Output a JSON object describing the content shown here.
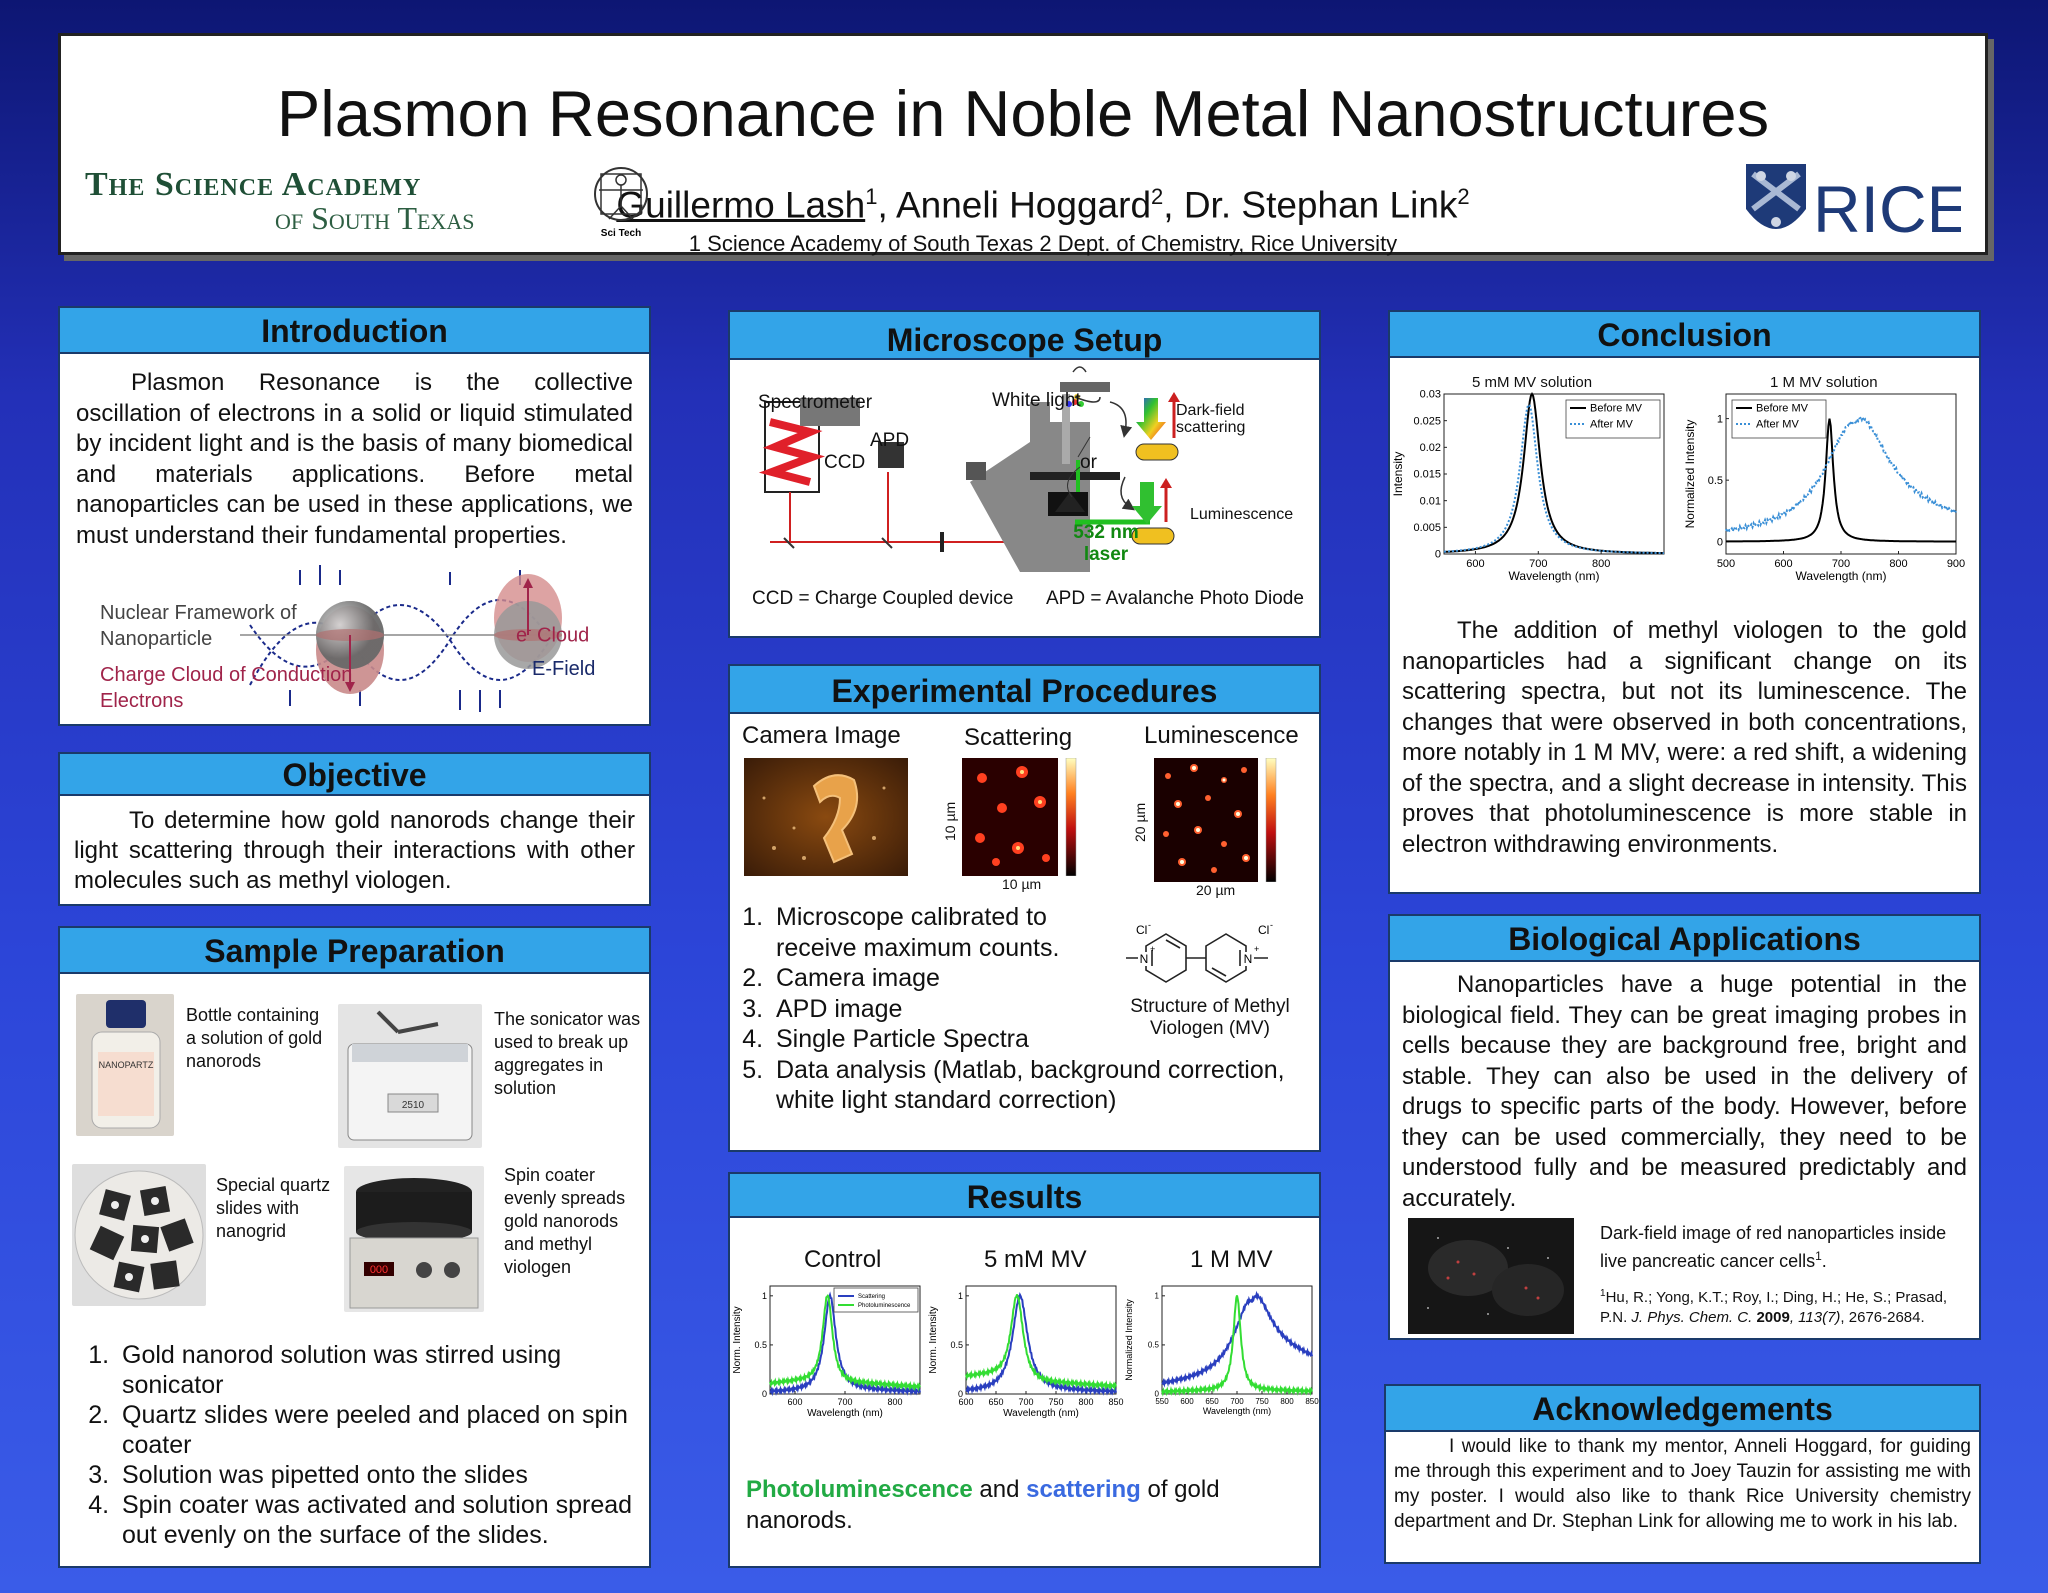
{
  "header": {
    "title": "Plasmon Resonance in Noble Metal Nanostructures",
    "author1": "Guillermo Lash",
    "author1_sup": "1",
    "author2": ", Anneli Hoggard",
    "author2_sup": "2",
    "author3": ", Dr. Stephan Link",
    "author3_sup": "2",
    "affiliations": "1 Science Academy of South Texas  2 Dept. of Chemistry, Rice University",
    "logo_left_line1": "The Science Academy",
    "logo_left_line2": "of South Texas",
    "logo_sci": "Sci Tech",
    "logo_right": "RICE"
  },
  "introduction": {
    "heading": "Introduction",
    "text": "Plasmon Resonance is the collective oscillation of electrons in a solid or liquid stimulated by incident light and is the basis of many biomedical and materials applications. Before metal nanoparticles can be used in these applications, we must understand their fundamental properties.",
    "fig_nuclear": "Nuclear Framework of Nanoparticle",
    "fig_charge": "Charge Cloud of Conduction Electrons",
    "fig_ecloud": "e",
    "fig_ecloud_sup": "-",
    "fig_ecloud_rest": " Cloud",
    "fig_efield": "E-Field"
  },
  "objective": {
    "heading": "Objective",
    "text": "To determine how gold nanorods change their light scattering through their interactions with other molecules such as methyl viologen."
  },
  "sample": {
    "heading": "Sample Preparation",
    "cap_bottle": "Bottle containing a solution of gold nanorods",
    "cap_sonicator": "The sonicator was used to break up aggregates in solution",
    "cap_quartz": "Special quartz slides with nanogrid",
    "cap_spin": "Spin coater evenly spreads gold nanorods and methyl viologen",
    "bottle_label": "NANOPARTZ",
    "sonicator_label": "2510",
    "spin_display": "000",
    "steps": [
      "Gold nanorod solution was stirred using sonicator",
      "Quartz slides were peeled and placed on spin coater",
      "Solution was pipetted onto the slides",
      "Spin coater was activated and solution spread out evenly on the surface of the slides."
    ]
  },
  "microscope": {
    "heading": "Microscope Setup",
    "spectrometer": "Spectrometer",
    "apd": "APD",
    "ccd": "CCD",
    "white_light": "White light",
    "or": "or",
    "laser_line1": "532 nm",
    "laser_line2": "laser",
    "darkfield_line1": "Dark-field",
    "darkfield_line2": "scattering",
    "luminescence": "Luminescence",
    "ccd_def": "CCD = Charge Coupled device",
    "apd_def": "APD = Avalanche Photo Diode"
  },
  "procedures": {
    "heading": "Experimental Procedures",
    "camera_title": "Camera Image",
    "scattering_title": "Scattering",
    "luminescence_title": "Luminescence",
    "scale_scat_x": "10 µm",
    "scale_scat_y": "10 µm",
    "scale_lum_x": "20 µm",
    "scale_lum_y": "20 µm",
    "steps": [
      "Microscope  calibrated to receive maximum counts.",
      "Camera image",
      "APD image",
      "Single Particle Spectra",
      "Data analysis (Matlab, background correction, white light standard correction)"
    ],
    "mv_caption_line1": "Structure of Methyl",
    "mv_caption_line2": "Viologen (MV)",
    "cl": "Cl",
    "cl_sup": "-",
    "n": "N",
    "n_sup": "+"
  },
  "results": {
    "heading": "Results",
    "chart_titles": [
      "Control",
      "5 mM MV",
      "1 M MV"
    ],
    "legend": [
      "Scattering",
      "Photoluminescence"
    ],
    "caption_pl": "Photoluminescence",
    "caption_and": " and ",
    "caption_scat": "scattering",
    "caption_rest": " of gold nanorods.",
    "ylabel_norm": "Norm. Intensity",
    "ylabel_normalized": "Normalized Intensity",
    "xlabel": "Wavelength (nm)"
  },
  "conclusion": {
    "heading": "Conclusion",
    "chart1_title": "5 mM MV solution",
    "chart2_title": "1 M MV solution",
    "legend_before": "Before MV",
    "legend_after": "After MV",
    "ylabel1": "Intensity",
    "ylabel2": "Normalized Intensity",
    "xlabel": "Wavelength (nm)",
    "text": "The addition of methyl viologen to the gold nanoparticles had a significant change on its scattering spectra, but not its luminescence. The changes that were observed in both concentrations, more notably in 1 M MV, were: a red shift, a widening of the spectra, and a slight decrease in intensity. This proves that photoluminescence is more stable in electron withdrawing environments."
  },
  "bio": {
    "heading": "Biological Applications",
    "text": "Nanoparticles have a huge potential in the biological field. They can be great imaging probes in cells because they are background free, bright and stable. They can also be used in the delivery of drugs to specific parts of the body. However, before they can be used commercially, they need to be understood fully and be measured predictably and accurately.",
    "fig_caption": "Dark-field image of red nanoparticles inside live pancreatic cancer cells",
    "fig_caption_sup": "1",
    "fig_caption_end": ".",
    "ref_sup": "1",
    "ref_authors": "Hu, R.; Yong, K.T.; Roy, I.; Ding, H.; He, S.; Prasad, P.N. ",
    "ref_journal": "J. Phys. Chem. C.",
    "ref_year": " 2009",
    "ref_vol": ", 113(7)",
    "ref_pages": ", 2676-2684."
  },
  "ack": {
    "heading": "Acknowledgements",
    "text": "I would like to thank my mentor, Anneli Hoggard, for guiding me through this experiment and to Joey Tauzin for assisting me with my poster. I would also like to thank  Rice University chemistry department and Dr. Stephan Link for allowing me to work in his lab."
  },
  "chart_data": [
    {
      "type": "line",
      "title": "Control",
      "xlabel": "Wavelength (nm)",
      "ylabel": "Norm. Intensity",
      "xlim": [
        550,
        850
      ],
      "ylim": [
        0,
        1.1
      ],
      "xticks": [
        600,
        700,
        800
      ],
      "yticks": [
        0,
        0.5,
        1
      ],
      "series": [
        {
          "name": "Scattering",
          "color": "#2a3fbf",
          "peak": 670,
          "width": 28,
          "tailR": 0.05,
          "tailL": 0.03
        },
        {
          "name": "Photoluminescence",
          "color": "#33dd33",
          "peak": 665,
          "width": 24,
          "tailR": 0.15,
          "tailL": 0.2
        }
      ]
    },
    {
      "type": "line",
      "title": "5 mM MV",
      "xlabel": "Wavelength (nm)",
      "ylabel": "Norm. Intensity",
      "xlim": [
        600,
        850
      ],
      "ylim": [
        0,
        1.1
      ],
      "xticks": [
        600,
        650,
        700,
        750,
        800,
        850
      ],
      "yticks": [
        0,
        0.5,
        1
      ],
      "series": [
        {
          "name": "Scattering",
          "color": "#2a3fbf",
          "peak": 690,
          "width": 30,
          "tailR": 0.04,
          "tailL": 0.03
        },
        {
          "name": "Photoluminescence",
          "color": "#33dd33",
          "peak": 685,
          "width": 25,
          "tailR": 0.15,
          "tailL": 0.3
        }
      ]
    },
    {
      "type": "line",
      "title": "1 M MV",
      "xlabel": "Wavelength (nm)",
      "ylabel": "Normalized Intensity",
      "xlim": [
        550,
        850
      ],
      "ylim": [
        0,
        1.1
      ],
      "xticks": [
        550,
        600,
        650,
        700,
        750,
        800,
        850
      ],
      "yticks": [
        0,
        0.5,
        1
      ],
      "series": [
        {
          "name": "Scattering",
          "color": "#2a3fbf",
          "peak": 730,
          "width": 80,
          "tailR": 0.55,
          "tailL": 0.2
        },
        {
          "name": "Photoluminescence",
          "color": "#33dd33",
          "peak": 700,
          "width": 18,
          "tailR": 0.05,
          "tailL": 0.05
        }
      ]
    },
    {
      "type": "line",
      "title": "5 mM MV solution",
      "xlabel": "Wavelength (nm)",
      "ylabel": "Intensity",
      "xlim": [
        550,
        900
      ],
      "ylim": [
        0,
        0.03
      ],
      "xticks": [
        600,
        700,
        800
      ],
      "yticks": [
        0,
        0.005,
        0.01,
        0.015,
        0.02,
        0.025,
        0.03
      ],
      "series": [
        {
          "name": "Before MV",
          "color": "#000000",
          "peak": 690,
          "width": 32,
          "amp": 0.03,
          "tailR": 0,
          "tailL": 0
        },
        {
          "name": "After MV",
          "color": "#3a8fd6",
          "peak": 685,
          "width": 34,
          "amp": 0.028,
          "tailR": 0,
          "tailL": 0
        }
      ]
    },
    {
      "type": "line",
      "title": "1 M MV solution",
      "xlabel": "Wavelength (nm)",
      "ylabel": "Normalized Intensity",
      "xlim": [
        500,
        900
      ],
      "ylim": [
        -0.1,
        1.2
      ],
      "xticks": [
        500,
        600,
        700,
        800,
        900
      ],
      "yticks": [
        0,
        0.5,
        1
      ],
      "series": [
        {
          "name": "Before MV",
          "color": "#000000",
          "peak": 680,
          "width": 16,
          "amp": 1,
          "tailR": 0,
          "tailL": 0
        },
        {
          "name": "After MV",
          "color": "#3a8fd6",
          "peak": 725,
          "width": 120,
          "amp": 1,
          "tailR": 0.3,
          "tailL": 0.1
        }
      ]
    }
  ]
}
